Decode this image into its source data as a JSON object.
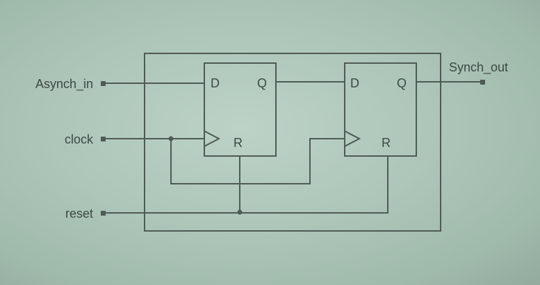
{
  "ports": {
    "asynch_in": "Asynch_in",
    "clock": "clock",
    "reset": "reset",
    "synch_out": "Synch_out"
  },
  "flip_flops": [
    {
      "d": "D",
      "q": "Q",
      "r": "R"
    },
    {
      "d": "D",
      "q": "Q",
      "r": "R"
    }
  ]
}
